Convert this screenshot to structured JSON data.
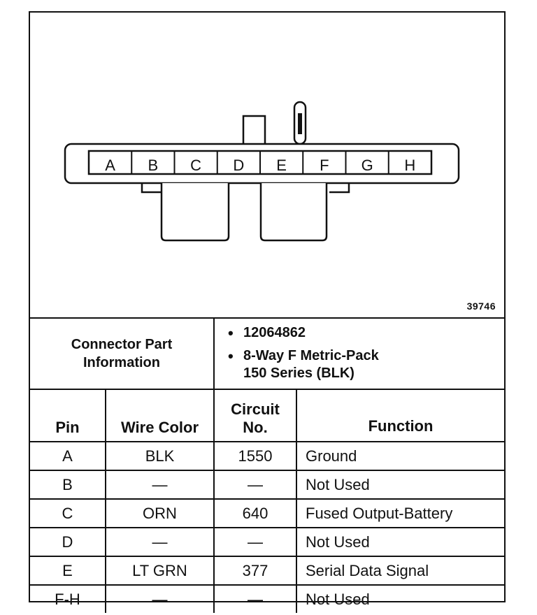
{
  "diagram": {
    "pins": [
      "A",
      "B",
      "C",
      "D",
      "E",
      "F",
      "G",
      "H"
    ],
    "figure_number": "39746"
  },
  "info": {
    "label_line1": "Connector Part",
    "label_line2": "Information",
    "bullets": [
      "12064862",
      "8-Way F Metric-Pack",
      "150 Series (BLK)"
    ]
  },
  "table": {
    "headers": {
      "pin": "Pin",
      "wire_color": "Wire Color",
      "circuit_line1": "Circuit",
      "circuit_line2": "No.",
      "function": "Function"
    },
    "rows": [
      {
        "pin": "A",
        "wire": "BLK",
        "circuit": "1550",
        "function": "Ground"
      },
      {
        "pin": "B",
        "wire": "—",
        "circuit": "—",
        "function": "Not Used"
      },
      {
        "pin": "C",
        "wire": "ORN",
        "circuit": "640",
        "function": "Fused Output-Battery"
      },
      {
        "pin": "D",
        "wire": "—",
        "circuit": "—",
        "function": "Not Used"
      },
      {
        "pin": "E",
        "wire": "LT GRN",
        "circuit": "377",
        "function": "Serial Data Signal"
      },
      {
        "pin": "F-H",
        "wire": "—",
        "circuit": "—",
        "function": "Not Used"
      }
    ]
  }
}
